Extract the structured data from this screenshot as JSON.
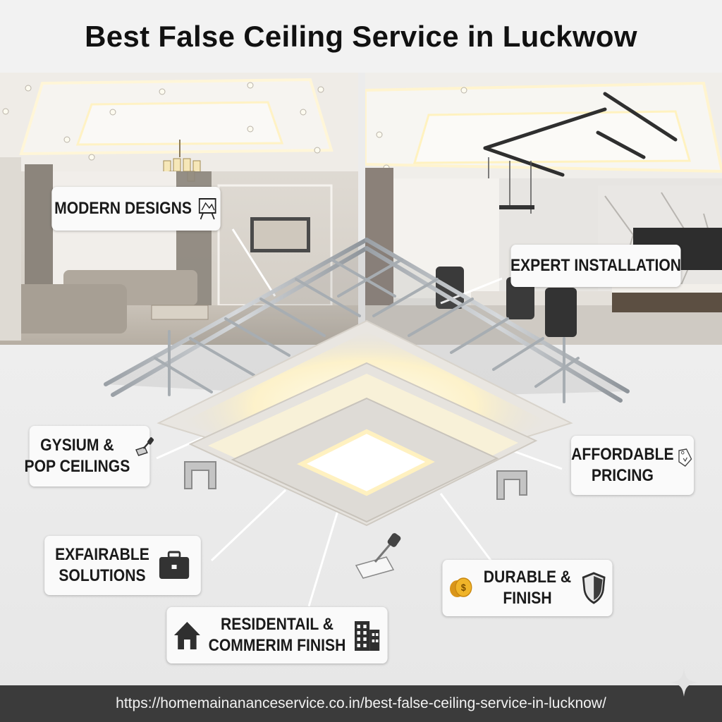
{
  "title": "Best False Ceiling Service in Luckwow",
  "callouts": {
    "modern_designs": "MODERN DESIGNS",
    "expert_installation": "EXPERT INSTALLATION",
    "gypsum_line1": "GYSIUM &",
    "gypsum_line2": "POP CEILINGS",
    "affordable_line1": "AFFORDABLE",
    "affordable_line2": "PRICING",
    "exfairable_line1": "EXFAIRABLE",
    "exfairable_line2": "SOLUTIONS",
    "durable_line1": "DURABLE &",
    "durable_line2": "FINISH",
    "residential_line1": "RESIDENTAIL &",
    "residential_line2": "COMMERIM FINISH"
  },
  "icons": {
    "modern_designs": "blueprint-easel-icon",
    "gypsum": "trowel-icon",
    "affordable": "price-tag-icon",
    "exfairable": "briefcase-icon",
    "durable_left": "coin-icon",
    "durable_right": "shield-icon",
    "residential_left": "house-icon",
    "residential_right": "office-building-icon"
  },
  "footer_url": "https://homemainananceservice.co.in/best-false-ceiling-service-in-lucknow/",
  "colors": {
    "footer_bg": "#3b3b3b",
    "coin": "#e0a21b",
    "led_glow": "#fff3c8"
  }
}
